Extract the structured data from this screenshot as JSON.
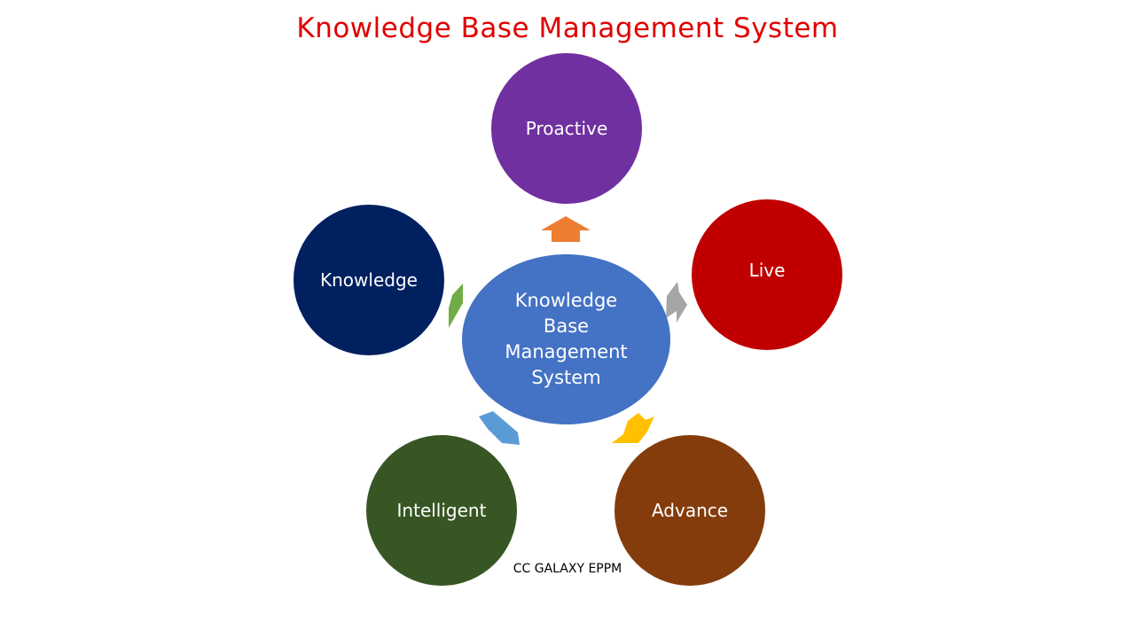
{
  "title": "Knowledge Base Management System",
  "colors": {
    "title": "#e00000",
    "center": "#4472c4",
    "proactive": "#7030a0",
    "live": "#c00000",
    "advance": "#843c0c",
    "intelligent": "#375623",
    "knowledge": "#002060",
    "arrow_up": "#ed7d31",
    "arrow_live": "#a5a5a5",
    "arrow_advance": "#ffc000",
    "arrow_intelligent": "#5b9bd5",
    "arrow_knowledge": "#70ad47"
  },
  "center": {
    "lines": [
      "Knowledge",
      "Base",
      "Management",
      "System"
    ]
  },
  "nodes": {
    "proactive": "Proactive",
    "live": "Live",
    "advance": "Advance",
    "intelligent": "Intelligent",
    "knowledge": "Knowledge"
  },
  "footer": "CC GALAXY EPPM"
}
